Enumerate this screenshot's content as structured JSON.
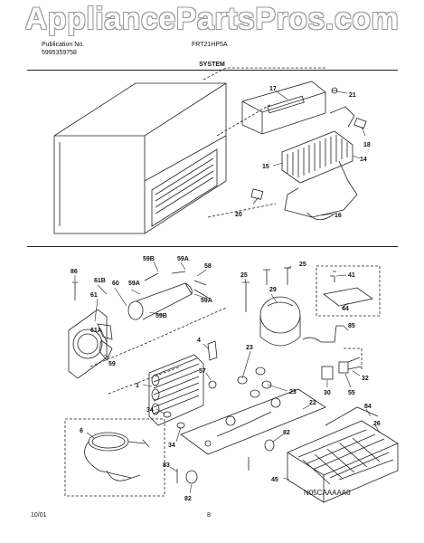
{
  "watermark": "AppliancePartsPros.com",
  "header": {
    "publication_label": "Publication No.",
    "publication_number": "5995359758",
    "model": "FRT21HP5A",
    "section": "SYSTEM"
  },
  "callouts": {
    "top": [
      "17",
      "21",
      "18",
      "14",
      "15",
      "20",
      "16"
    ],
    "bottom": [
      "86",
      "59B",
      "59A",
      "58",
      "61B",
      "60",
      "59A",
      "61",
      "59A",
      "59B",
      "61A",
      "59",
      "25",
      "25",
      "29",
      "41",
      "44",
      "85",
      "4",
      "57",
      "1",
      "23",
      "23",
      "34",
      "34",
      "6",
      "22",
      "32",
      "30",
      "55",
      "84",
      "26",
      "82",
      "83",
      "82",
      "45"
    ]
  },
  "footer": {
    "date": "10/01",
    "page": "8",
    "code": "N05CAAAAA0"
  }
}
